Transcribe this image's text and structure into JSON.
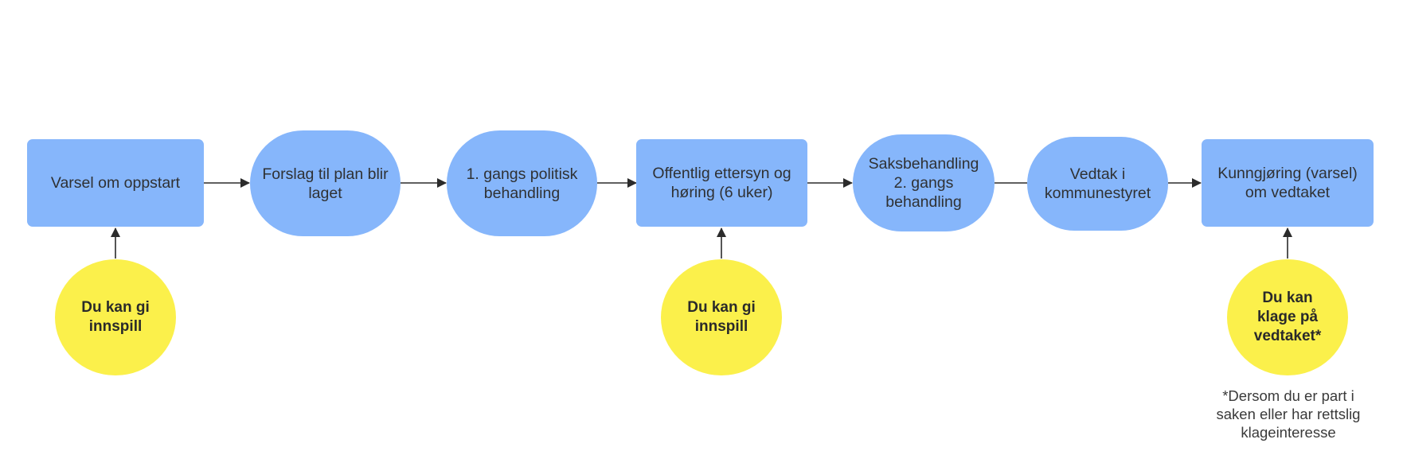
{
  "steps": [
    {
      "id": "varsel",
      "label": "Varsel om oppstart"
    },
    {
      "id": "forslag",
      "label": "Forslag til plan blir laget"
    },
    {
      "id": "politisk1",
      "label": "1. gangs politisk behandling"
    },
    {
      "id": "ettersyn",
      "label": "Offentlig ettersyn og høring (6 uker)"
    },
    {
      "id": "saksbehandling",
      "label": "Saksbehandling 2. gangs behandling"
    },
    {
      "id": "vedtak",
      "label": "Vedtak i kommunestyret"
    },
    {
      "id": "kunngjoring",
      "label": "Kunngjøring (varsel) om vedtaket"
    }
  ],
  "inputs": [
    {
      "label": "Du kan gi innspill"
    },
    {
      "label": "Du kan gi innspill"
    },
    {
      "label": "Du kan klage på vedtaket*"
    }
  ],
  "footnote": "*Dersom du er part i saken eller har rettslig klageinteresse",
  "colors": {
    "step": "#86b6fb",
    "input": "#fbf04b",
    "arrow": "#2b2b2b"
  }
}
